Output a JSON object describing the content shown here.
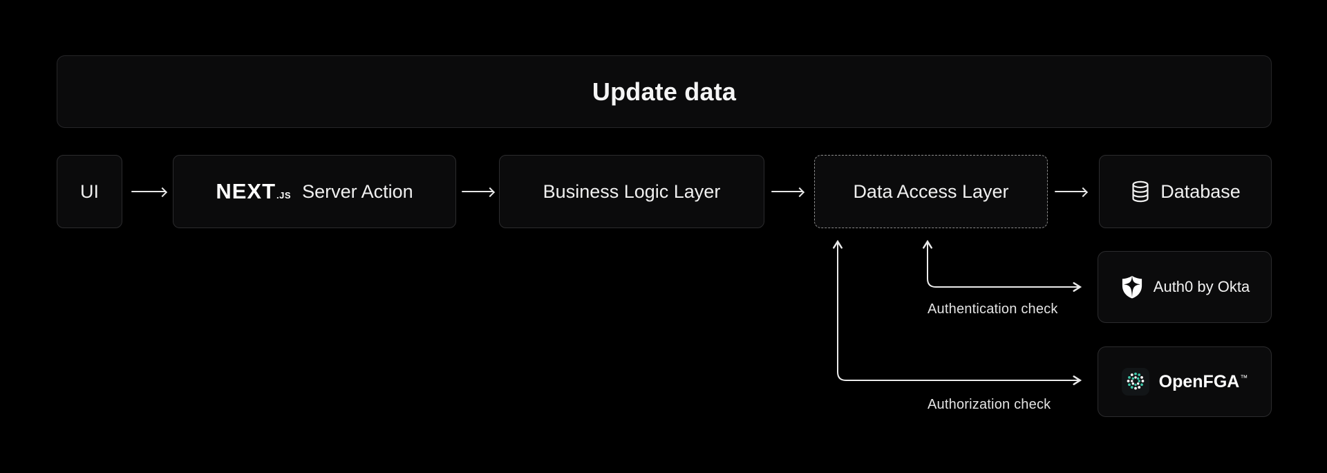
{
  "title": "Update data",
  "nodes": {
    "ui": {
      "label": "UI"
    },
    "server_action": {
      "brand": "NEXT",
      "brand_suffix": ".JS",
      "label": "Server Action"
    },
    "business_logic": {
      "label": "Business Logic Layer"
    },
    "data_access": {
      "label": "Data Access Layer"
    },
    "database": {
      "label": "Database",
      "icon": "database-cylinder-icon"
    },
    "auth0": {
      "label": "Auth0 by Okta",
      "icon": "auth0-shield-icon"
    },
    "openfga": {
      "label": "OpenFGA",
      "tm": "™",
      "icon": "openfga-dots-icon"
    }
  },
  "edges": {
    "authentication": {
      "label": "Authentication check",
      "direction": "bidirectional"
    },
    "authorization": {
      "label": "Authorization check",
      "direction": "bidirectional"
    }
  },
  "colors": {
    "background": "#000000",
    "box_fill": "#0b0b0c",
    "box_border": "#2c2c2e",
    "dashed_border": "#8d8d8d",
    "arrow": "#e8e8e8",
    "text": "#f0f0f0",
    "openfga_teal": "#3EC6A8",
    "icon_white": "#ffffff"
  }
}
